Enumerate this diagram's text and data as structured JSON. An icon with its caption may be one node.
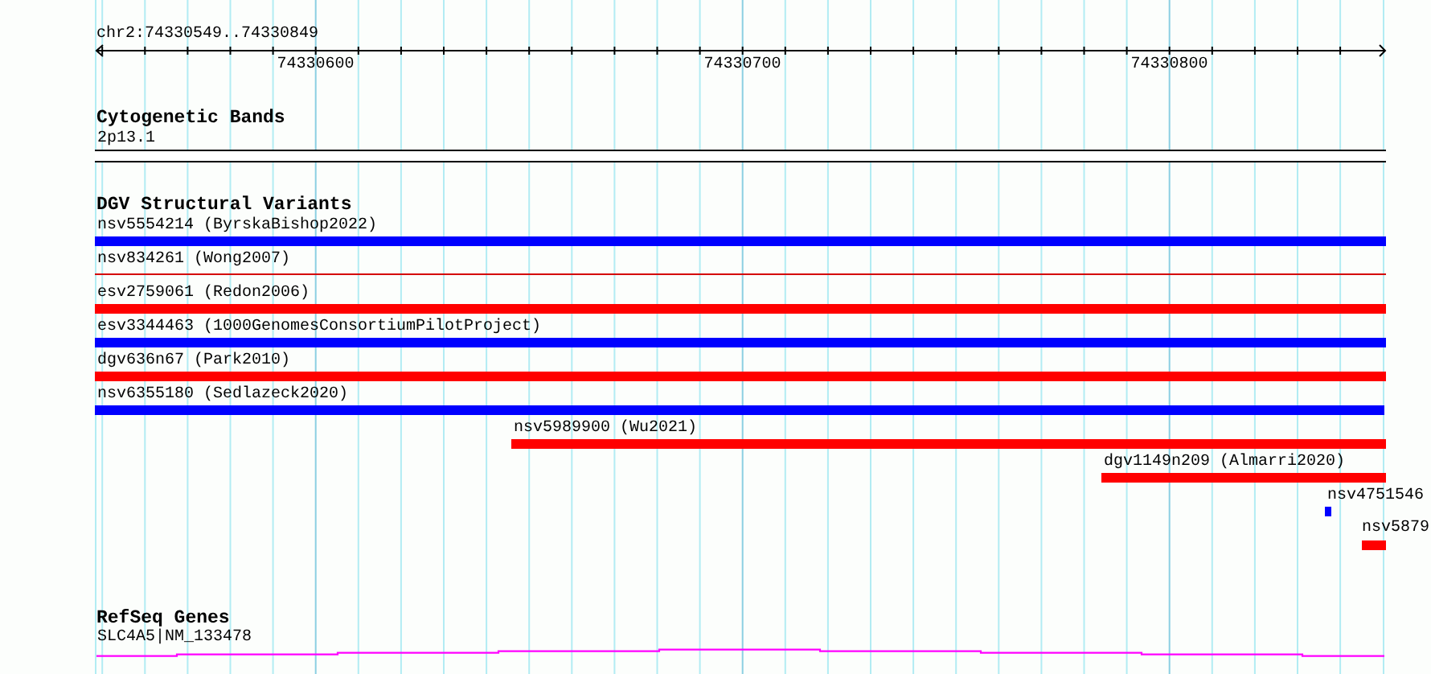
{
  "diagram": {
    "nodes": [
      {
        "text": [
          "2p13.1"
        ]
      },
      {
        "text": [
          "nsv5554214 (ByrskaBishop2022)"
        ]
      },
      {
        "text": [
          "nsv834261 (Wong2007)"
        ]
      },
      {
        "text": [
          "esv2759061 (Redon2006)"
        ]
      },
      {
        "text": [
          "esv3344463 (1000GenomesConsortiumPilotProject)"
        ]
      },
      {
        "text": [
          "dgv636n67 (Park2010)"
        ]
      },
      {
        "text": [
          "nsv6355180 (Sedlazeck2020)"
        ]
      },
      {
        "text": [
          "nsv5989900 (Wu2021)"
        ]
      },
      {
        "text": [
          "dgv1149n209 (Almarri2020)"
        ]
      },
      {
        "text": [
          "nsv4751546"
        ]
      },
      {
        "text": [
          "nsv5879"
        ]
      },
      {
        "text": [
          "SLC4A5|NM_133478"
        ]
      }
    ],
    "labels": [
      "chr2:74330549..74330849",
      "74330600",
      "74330700",
      "74330800",
      "Cytogenetic Bands",
      "DGV Structural Variants",
      "RefSeq Genes"
    ]
  }
}
